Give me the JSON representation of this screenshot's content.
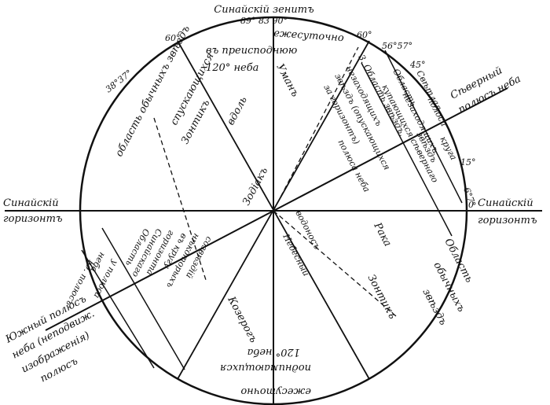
{
  "diagram": {
    "colors": {
      "ink": "#111111",
      "paper": "#ffffff"
    },
    "labels": {
      "zenith": "Синайскій зенитъ",
      "zenith_degrees": "89° 83 90°",
      "horizon_left_1": "Синайскій",
      "horizon_left_2": "горизонтъ",
      "horizon_right_1": "Синайскій",
      "horizon_right_2": "горизонтъ",
      "north_pole_1": "Сѣверный",
      "north_pole_2": "полюсъ неба",
      "south_pole_1": "Южный полюсъ",
      "south_pole_2": "неба (неподвиж.",
      "south_pole_3": "изображенія)",
      "south_pole_4": "полюсъ",
      "deg_60_left": "60°",
      "deg_60_right": "60°",
      "deg_38_37": "38°37°",
      "deg_56_57": "56°57°",
      "deg_45": "45°",
      "deg_15": "15°",
      "deg_6_7": "6°7°",
      "deg_0": "0",
      "daily_1": "ежесуточно",
      "daily_2": "въ преисподнюю",
      "daily_3": "120° неба",
      "sector_upper_left_1": "область обычныхъ звѣздъ",
      "sector_upper_left_2": "спускающихся",
      "sector_upper_left_3": "Зонтикъ",
      "sector_upper_right_1": "3. Область звѣздъ,",
      "sector_upper_right_2": "незаходящихъ",
      "sector_upper_right_3": "звѣздъ (опускающихся",
      "sector_upper_right_4": "за горизонтъ)",
      "sector_upper_right_5": "купающихся сѣвернаго",
      "sector_upper_right_6": "полюса неба",
      "sector_upper_right_7": "Область",
      "sector_upper_right_8": "незаходящихъ",
      "sector_upper_right_9": "звѣздъ",
      "ribbon_1": "Свѣтлая",
      "ribbon_2": "полоса",
      "ribbon_3": "круга",
      "upright_1": "Уманъ",
      "upright_2": "вдоль",
      "left_center": "Зодіакъ",
      "lower_left_1": "Область",
      "lower_left_2": "Синайскаго",
      "lower_left_3": "горизонта",
      "lower_left_4": "въ кругу",
      "lower_left_5": "нѣкоторыхъ",
      "lower_left_6": "созвѣздій",
      "lower_left_7": "Козерогъ",
      "lower_center_1": "Небесный",
      "lower_center_2": "водоносъ",
      "lower_right_1": "Рака",
      "lower_right_2": "Область",
      "lower_right_3": "обычныхъ",
      "lower_right_4": "звѣздъ",
      "lower_right_5": "Зонтикъ",
      "bottom_1": "ежесуточно",
      "bottom_2": "поднимающихся",
      "bottom_3": "120° неба",
      "left_strip_1": "Ю. полюсъ",
      "left_strip_2": "неба",
      "left_strip_3": "у полюса"
    }
  }
}
